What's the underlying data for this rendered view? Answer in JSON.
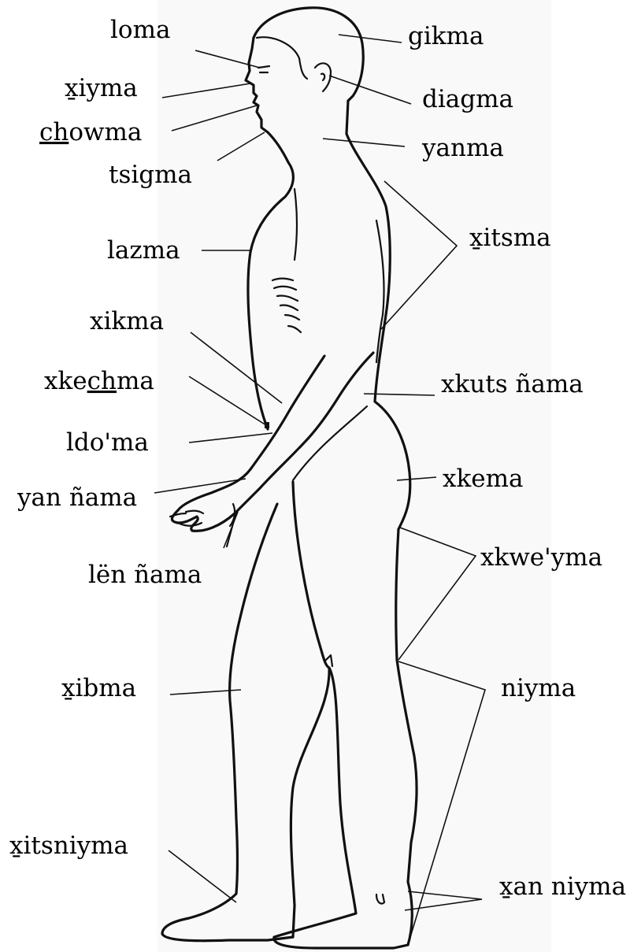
{
  "labels": {
    "loma": "loma",
    "xiyma": "x̱iyma",
    "chowma_pre": "",
    "chowma_ul": "ch",
    "chowma_post": "owma",
    "tsigma": "tsigma",
    "lazma": "lazma",
    "xikma": "xikma",
    "xkechma_pre": "xke",
    "xkechma_ul": "ch",
    "xkechma_post": "ma",
    "ldoma": "ldo'ma",
    "yan_nama": "yan ñama",
    "len_nama": "lën ñama",
    "xibma": "x̱ibma",
    "xitsniyma": "x̱itsniyma",
    "gikma": "gikma",
    "diagma": "diagma",
    "yanma": "yanma",
    "xitsma": "x̱itsma",
    "xkuts_nama": "xkuts ñama",
    "xkema": "xkema",
    "xkweyma": "xkwe'yma",
    "niyma": "niyma",
    "xan_niyma": "x̱an niyma"
  },
  "colors": {
    "ink": "#111111",
    "paper": "#f9f9f9",
    "background": "#ffffff"
  }
}
